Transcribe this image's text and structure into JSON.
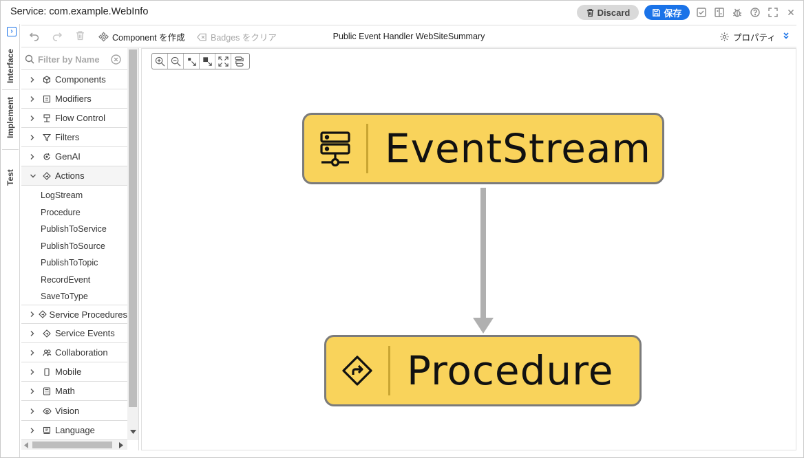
{
  "window": {
    "title": "Service: com.example.WebInfo",
    "discard_label": "Discard",
    "save_label": "保存"
  },
  "side_tabs": [
    {
      "label": "Interface"
    },
    {
      "label": "Implement"
    },
    {
      "label": "Test"
    }
  ],
  "toolbar": {
    "component_create_label": "Component を作成",
    "badges_clear_label": "Badges をクリア",
    "canvas_title": "Public Event Handler WebSiteSummary",
    "properties_label": "プロパティ"
  },
  "palette": {
    "filter_placeholder": "Filter by Name",
    "categories": [
      {
        "label": "Components",
        "icon": "cube-icon"
      },
      {
        "label": "Modifiers",
        "icon": "modifier-icon"
      },
      {
        "label": "Flow Control",
        "icon": "flow-icon"
      },
      {
        "label": "Filters",
        "icon": "filter-icon"
      },
      {
        "label": "GenAI",
        "icon": "genai-icon"
      },
      {
        "label": "Actions",
        "icon": "diamond-icon",
        "expanded": true
      },
      {
        "label": "Service Procedures",
        "icon": "diamond-icon"
      },
      {
        "label": "Service Events",
        "icon": "diamond-icon"
      },
      {
        "label": "Collaboration",
        "icon": "people-icon"
      },
      {
        "label": "Mobile",
        "icon": "mobile-icon"
      },
      {
        "label": "Math",
        "icon": "calculator-icon"
      },
      {
        "label": "Vision",
        "icon": "eye-icon"
      },
      {
        "label": "Language",
        "icon": "book-icon"
      }
    ],
    "action_items": [
      "LogStream",
      "Procedure",
      "PublishToService",
      "PublishToSource",
      "PublishToTopic",
      "RecordEvent",
      "SaveToType"
    ]
  },
  "canvas": {
    "nodes": [
      {
        "label": "EventStream",
        "icon": "server-icon"
      },
      {
        "label": "Procedure",
        "icon": "procedure-arrow-icon"
      }
    ]
  },
  "colors": {
    "accent": "#1a73e8",
    "node_fill": "#f9d35b",
    "node_border": "#7b7b7b",
    "edge": "#b0b0b0"
  }
}
